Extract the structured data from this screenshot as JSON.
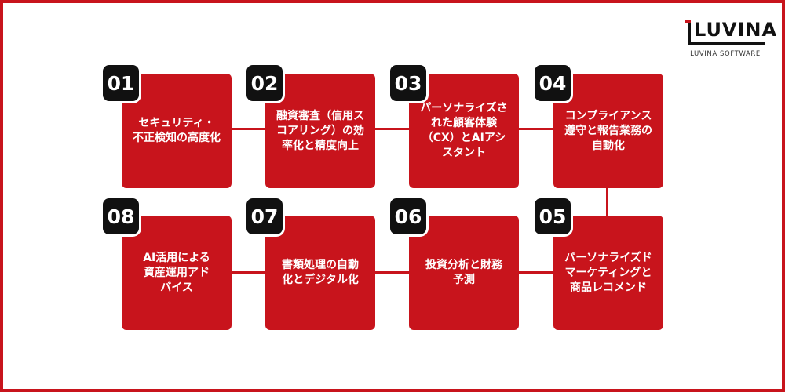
{
  "logo": {
    "name": "LUVINA",
    "subtitle": "LUVINA SOFTWARE",
    "accent": "#c8141c"
  },
  "colors": {
    "card": "#c8141c",
    "badge": "#111111",
    "text": "#ffffff"
  },
  "items": [
    {
      "number": "01",
      "label": "セキュリティ・\n不正検知の高度化"
    },
    {
      "number": "02",
      "label": "融資審査（信用ス\nコアリング）の効\n率化と精度向上"
    },
    {
      "number": "03",
      "label": "パーソナライズさ\nれた顧客体験\n（CX）とAIアシ\nスタント"
    },
    {
      "number": "04",
      "label": "コンプライアンス\n遵守と報告業務の\n自動化"
    },
    {
      "number": "05",
      "label": "パーソナライズド\nマーケティングと\n商品レコメンド"
    },
    {
      "number": "06",
      "label": "投資分析と財務\n予測"
    },
    {
      "number": "07",
      "label": "書類処理の自動\n化とデジタル化"
    },
    {
      "number": "08",
      "label": "AI活用による\n資産運用アド\nバイス"
    }
  ]
}
